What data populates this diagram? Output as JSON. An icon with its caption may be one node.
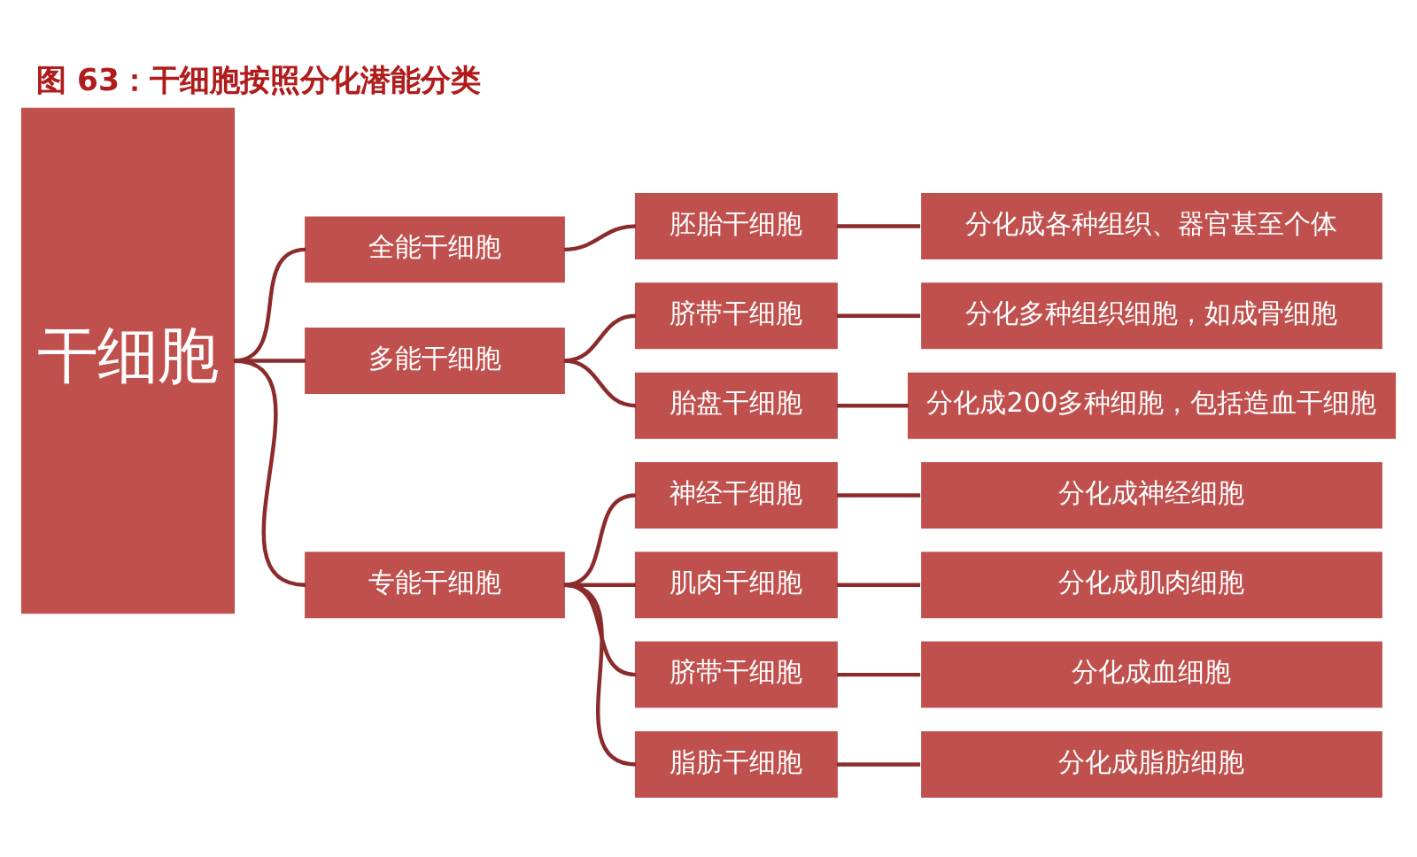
{
  "diagram": {
    "title": "图 63：干细胞按照分化潜能分类",
    "nodes": [
      {
        "text": [
          "干细胞"
        ]
      },
      {
        "text": [
          "全能干细胞"
        ]
      },
      {
        "text": [
          "胚胎干细胞"
        ]
      },
      {
        "text": [
          "分化成各种组织、器官甚至个体"
        ]
      },
      {
        "text": [
          "多能干细胞"
        ]
      },
      {
        "text": [
          "脐带干细胞"
        ]
      },
      {
        "text": [
          "分化多种组织细胞，如成骨细胞"
        ]
      },
      {
        "text": [
          "胎盘干细胞"
        ]
      },
      {
        "text": [
          "分化成200多种细胞，包括造血干细胞"
        ]
      },
      {
        "text": [
          "专能干细胞"
        ]
      },
      {
        "text": [
          "神经干细胞"
        ]
      },
      {
        "text": [
          "分化成神经细胞"
        ]
      },
      {
        "text": [
          "肌肉干细胞"
        ]
      },
      {
        "text": [
          "分化成肌肉细胞"
        ]
      },
      {
        "text": [
          "脐带干细胞"
        ]
      },
      {
        "text": [
          "分化成血细胞"
        ]
      },
      {
        "text": [
          "脂肪干细胞"
        ]
      },
      {
        "text": [
          "分化成脂肪细胞"
        ]
      }
    ],
    "edges": [
      {
        "from": 0,
        "to": 1,
        "arrow": "none"
      },
      {
        "from": 0,
        "to": 4,
        "arrow": "none"
      },
      {
        "from": 0,
        "to": 9,
        "arrow": "none"
      },
      {
        "from": 1,
        "to": 2,
        "arrow": "none"
      },
      {
        "from": 2,
        "to": 3,
        "arrow": "none"
      },
      {
        "from": 4,
        "to": 5,
        "arrow": "none"
      },
      {
        "from": 5,
        "to": 6,
        "arrow": "none"
      },
      {
        "from": 4,
        "to": 7,
        "arrow": "none"
      },
      {
        "from": 7,
        "to": 8,
        "arrow": "none"
      },
      {
        "from": 9,
        "to": 10,
        "arrow": "none"
      },
      {
        "from": 10,
        "to": 11,
        "arrow": "none"
      },
      {
        "from": 9,
        "to": 12,
        "arrow": "none"
      },
      {
        "from": 12,
        "to": 13,
        "arrow": "none"
      },
      {
        "from": 9,
        "to": 14,
        "arrow": "none"
      },
      {
        "from": 14,
        "to": 15,
        "arrow": "none"
      },
      {
        "from": 9,
        "to": 16,
        "arrow": "none"
      },
      {
        "from": 16,
        "to": 17,
        "arrow": "none"
      }
    ]
  }
}
